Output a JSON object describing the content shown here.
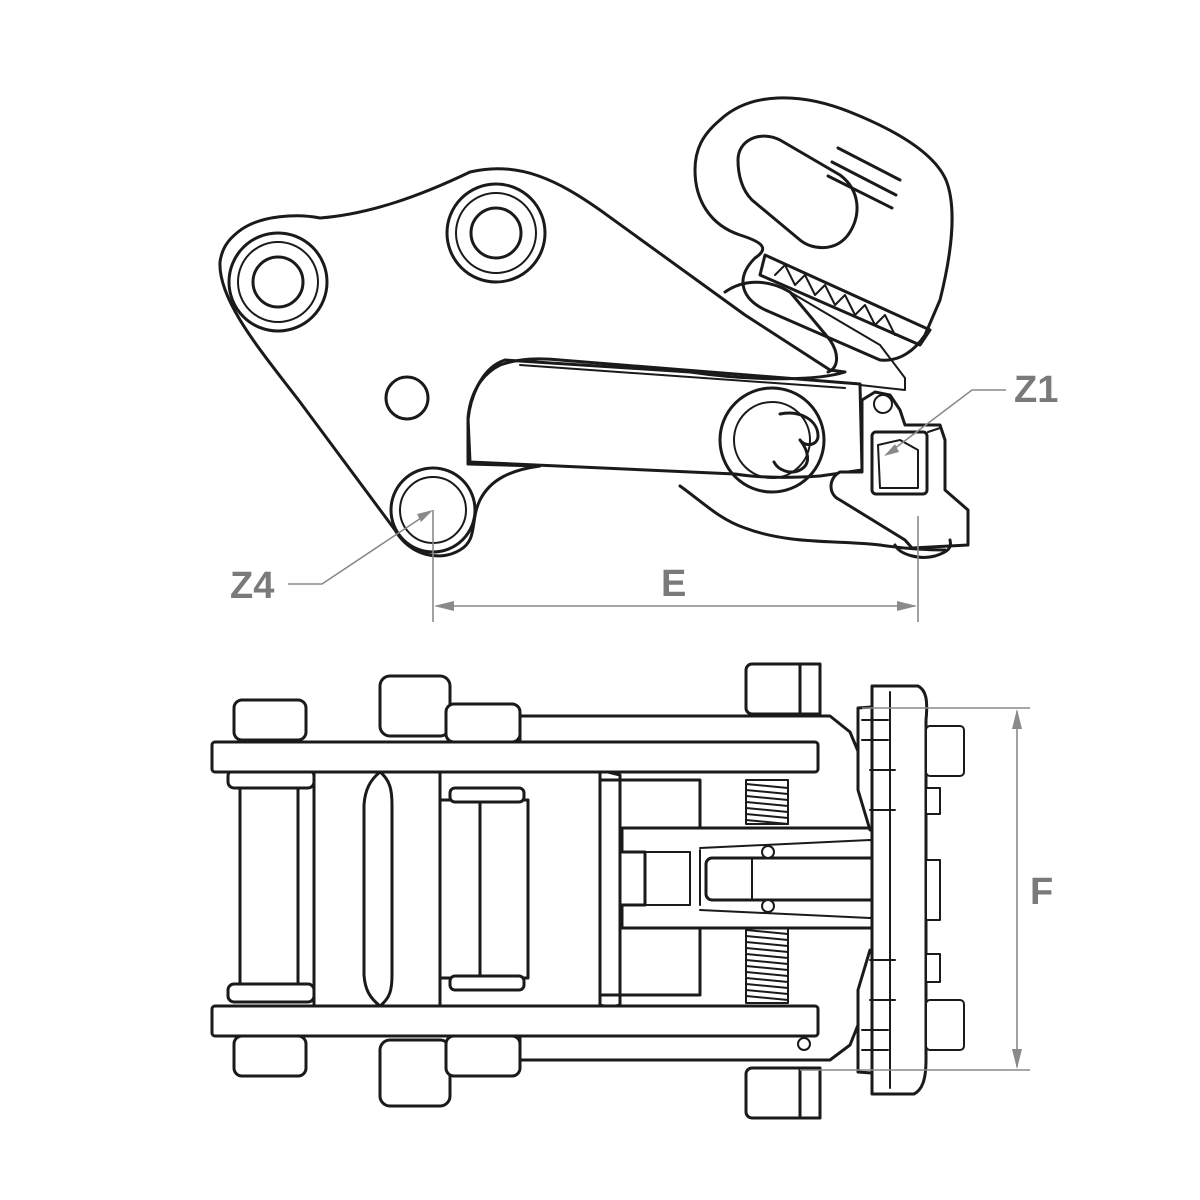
{
  "labels": {
    "z1": "Z1",
    "z4": "Z4",
    "e": "E",
    "f": "F"
  },
  "colors": {
    "line": "#1a1a1a",
    "dimension": "#8a8a8a",
    "label": "#7a7a7a",
    "background": "#ffffff"
  }
}
